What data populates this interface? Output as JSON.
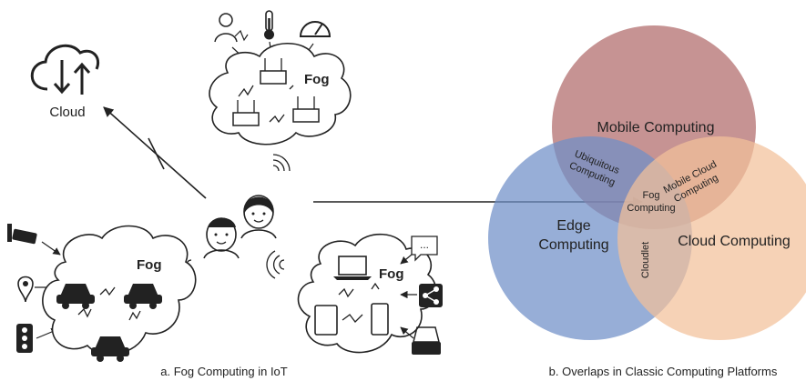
{
  "left_panel": {
    "cloud_label": "Cloud",
    "fog_labels": [
      "Fog",
      "Fog",
      "Fog"
    ],
    "bubble_text": "...",
    "caption": "a. Fog Computing in IoT"
  },
  "right_panel": {
    "circles": {
      "mobile": {
        "label": "Mobile Computing",
        "color": "#b06a6a"
      },
      "edge": {
        "label_line1": "Edge",
        "label_line2": "Computing",
        "color": "#6f8fc7"
      },
      "cloud": {
        "label": "Cloud Computing",
        "color": "#f2c09a"
      }
    },
    "overlaps": {
      "ubiquitous_line1": "Ubiquitous",
      "ubiquitous_line2": "Computing",
      "mobile_cloud_line1": "Mobile Cloud",
      "mobile_cloud_line2": "Computing",
      "fog_line1": "Fog",
      "fog_line2": "Computing",
      "cloudlet": "Cloudlet"
    },
    "caption": "b. Overlaps in Classic Computing Platforms"
  }
}
